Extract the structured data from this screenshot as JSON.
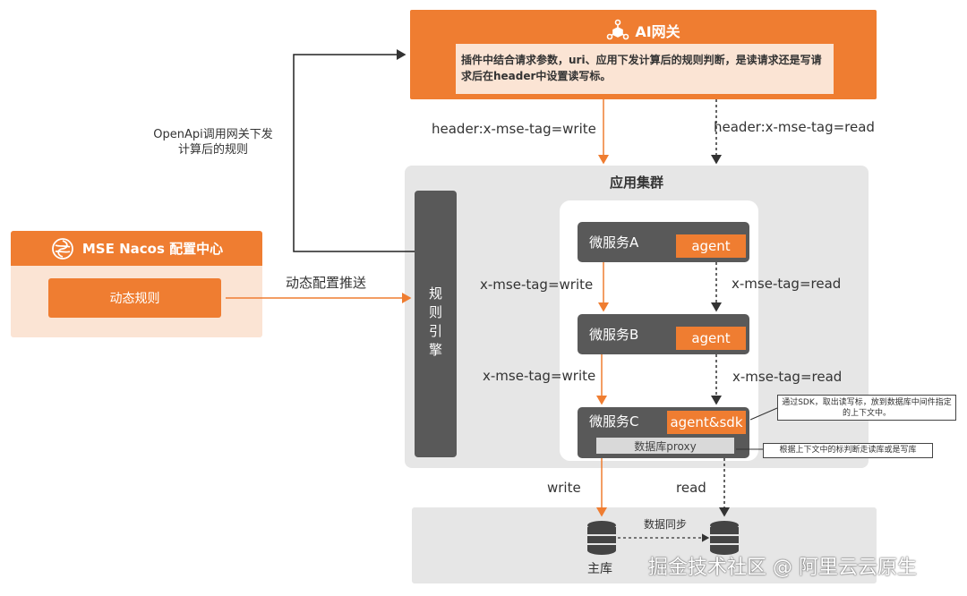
{
  "gateway": {
    "title": "AI网关",
    "description": "插件中结合请求参数，uri、应用下发计算后的规则判断，是读请求还是写请求后在header中设置读写标。"
  },
  "nacos": {
    "title": "MSE Nacos 配置中心",
    "rule_label": "动态规则"
  },
  "labels": {
    "openapi": "OpenApi调用网关下发计算后的规则",
    "push": "动态配置推送",
    "header_write": "header:x-mse-tag=write",
    "header_read": "header:x-mse-tag=read",
    "tag_write_1": "x-mse-tag=write",
    "tag_read_1": "x-mse-tag=read",
    "tag_write_2": "x-mse-tag=write",
    "tag_read_2": "x-mse-tag=read",
    "write": "write",
    "read": "read",
    "sync": "数据同步",
    "master": "主库"
  },
  "cluster": {
    "title": "应用集群",
    "rules_engine": "规则引擎",
    "services": [
      {
        "name": "微服务A",
        "agent": "agent"
      },
      {
        "name": "微服务B",
        "agent": "agent"
      },
      {
        "name": "微服务C",
        "agent": "agent&sdk",
        "proxy": "数据库proxy"
      }
    ]
  },
  "notes": {
    "sdk": "通过SDK，取出读写标，放到数据库中间件指定的上下文中。",
    "proxy": "根据上下文中的标判断走读库或是写库"
  },
  "watermark": "掘金技术社区 @ 阿里云云原生",
  "colors": {
    "accent": "#ef7d31",
    "dark": "#595959",
    "panel": "#e6e6e6",
    "light_accent": "#fbe4d4"
  },
  "icons": {
    "gateway": "gateway-icon",
    "nacos": "nacos-icon",
    "database": "database-icon"
  }
}
